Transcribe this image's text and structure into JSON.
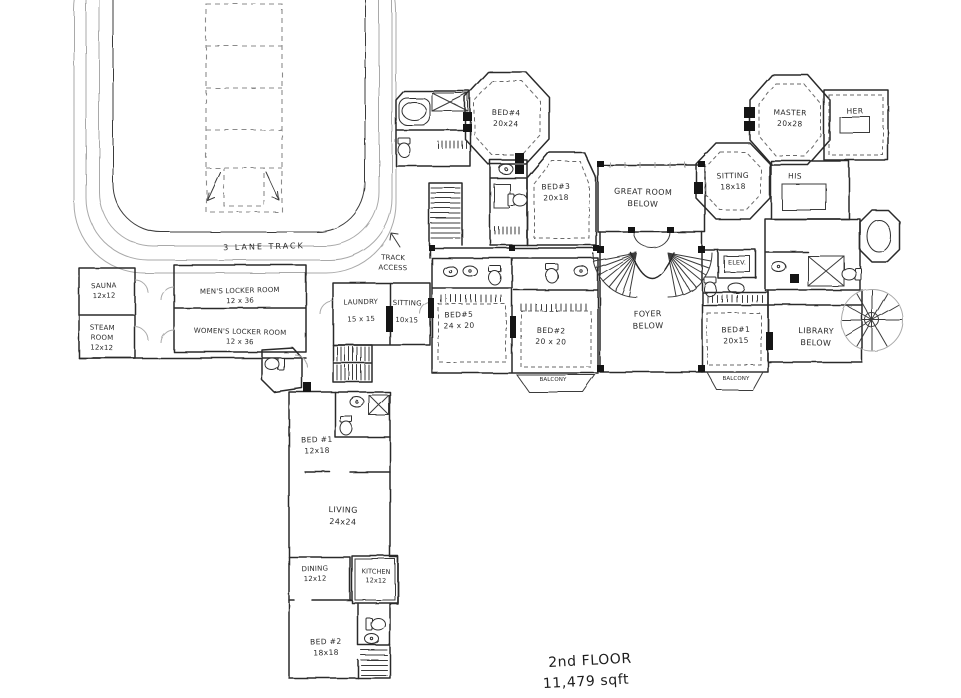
{
  "meta": {
    "floor_title": "2nd FLOOR",
    "area": "11,479 sqft"
  },
  "colors": {
    "ink": "#2a2a2a",
    "pencil": "#a9a9a9",
    "paper": "#ffffff"
  },
  "rooms": {
    "track": {
      "name": "3 LANE TRACK"
    },
    "track_access": {
      "line1": "TRACK",
      "line2": "ACCESS"
    },
    "sauna": {
      "name": "SAUNA",
      "dims": "12x12"
    },
    "steam": {
      "line1": "STEAM",
      "line2": "ROOM",
      "dims": "12x12"
    },
    "mens_locker": {
      "name": "MEN'S LOCKER ROOM",
      "dims": "12 x 36"
    },
    "womens_locker": {
      "name": "WOMEN'S LOCKER ROOM",
      "dims": "12 x 36"
    },
    "laundry": {
      "name": "LAUNDRY",
      "dims": "15 x 15"
    },
    "sitting_small": {
      "name": "SITTING",
      "dims": "10x15"
    },
    "bed5": {
      "name": "BED#5",
      "dims": "24 x 20"
    },
    "bed2_upper": {
      "name": "BED#2",
      "dims": "20 x 20"
    },
    "foyer": {
      "line1": "FOYER",
      "line2": "BELOW"
    },
    "great_room": {
      "line1": "GREAT ROOM",
      "line2": "BELOW"
    },
    "bed3": {
      "name": "BED#3",
      "dims": "20x18"
    },
    "bed4": {
      "name": "BED#4",
      "dims": "20x24"
    },
    "sitting_large": {
      "name": "SITTING",
      "dims": "18x18"
    },
    "master": {
      "name": "MASTER",
      "dims": "20x28"
    },
    "her_closet": {
      "name": "HER"
    },
    "his_closet": {
      "name": "HIS"
    },
    "elevator": {
      "name": "ELEV."
    },
    "bed1_upper": {
      "name": "BED#1",
      "dims": "20x15"
    },
    "balcony_bed2": {
      "name": "BALCONY"
    },
    "balcony_bed1": {
      "name": "BALCONY"
    },
    "library": {
      "line1": "LIBRARY",
      "line2": "BELOW"
    },
    "bed1_lower": {
      "name": "BED #1",
      "dims": "12x18"
    },
    "living": {
      "name": "LIVING",
      "dims": "24x24"
    },
    "dining": {
      "name": "DINING",
      "dims": "12x12"
    },
    "kitchen": {
      "name": "KITCHEN",
      "dims": "12x12"
    },
    "bed2_lower": {
      "name": "BED #2",
      "dims": "18x18"
    }
  }
}
